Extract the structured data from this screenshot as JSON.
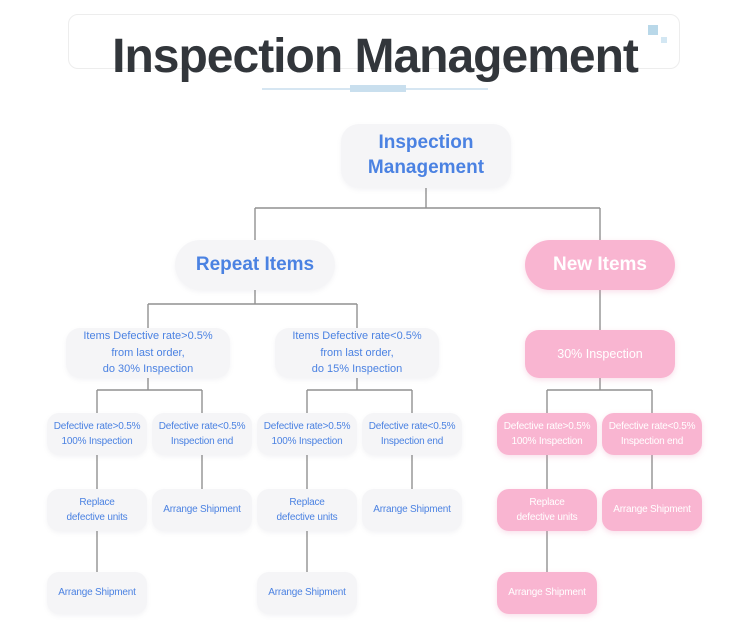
{
  "header": {
    "title": "Inspection Management"
  },
  "colors": {
    "accent_blue": "#4b82e2",
    "accent_pink": "#f9b5d1",
    "node_gray": "#f5f5f7",
    "connector_gray": "#919191",
    "underline_blue": "#c9dfee",
    "title_dark": "#32363b"
  },
  "tree": {
    "root": "Inspection\nManagement",
    "branches": [
      {
        "label": "Repeat Items",
        "theme": "gray"
      },
      {
        "label": "New Items",
        "theme": "pink"
      }
    ],
    "conditions": [
      "Items Defective rate>0.5%\nfrom last order,\ndo 30% Inspection",
      "Items Defective rate<0.5%\nfrom last order,\ndo 15% Inspection",
      "30% Inspection"
    ],
    "columns": [
      {
        "check": "Defective rate>0.5%\n100% Inspection",
        "action": "Replace\ndefective units",
        "final": "Arrange Shipment",
        "theme": "gray"
      },
      {
        "check": "Defective rate<0.5%\nInspection end",
        "action": "Arrange Shipment",
        "theme": "gray"
      },
      {
        "check": "Defective rate>0.5%\n100% Inspection",
        "action": "Replace\ndefective units",
        "final": "Arrange Shipment",
        "theme": "gray"
      },
      {
        "check": "Defective rate<0.5%\nInspection end",
        "action": "Arrange Shipment",
        "theme": "gray"
      },
      {
        "check": "Defective rate>0.5%\n100% Inspection",
        "action": "Replace\ndefective units",
        "final": "Arrange Shipment",
        "theme": "pink"
      },
      {
        "check": "Defective rate<0.5%\nInspection end",
        "action": "Arrange Shipment",
        "theme": "pink"
      }
    ]
  }
}
